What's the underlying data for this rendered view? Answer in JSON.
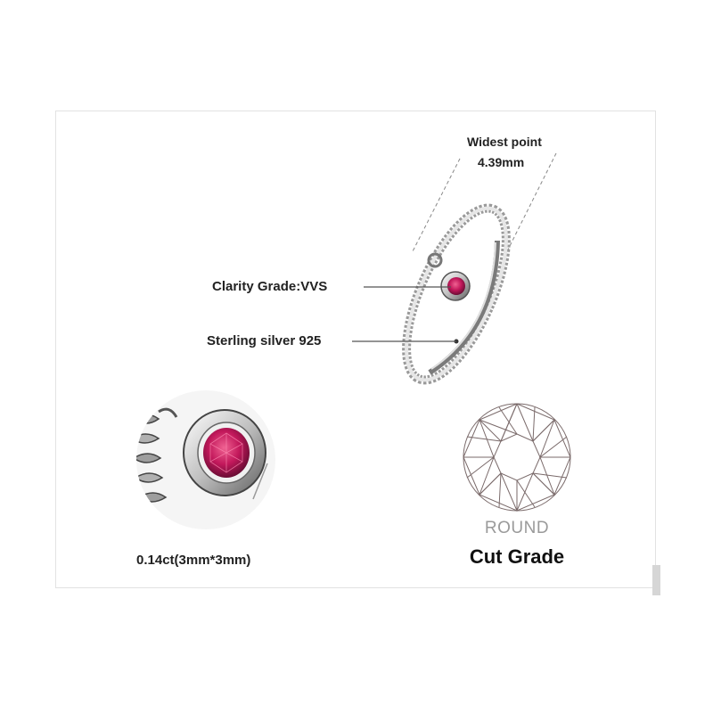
{
  "labels": {
    "widest_title": "Widest point",
    "widest_value": "4.39mm",
    "clarity": "Clarity Grade:VVS",
    "material": "Sterling silver 925",
    "carat": "0.14ct(3mm*3mm)",
    "shape": "ROUND",
    "cut": "Cut Grade"
  },
  "colors": {
    "gem": "#c2185b",
    "silver": "#bdbdbd",
    "text": "#222222",
    "muted": "#9a9a9a"
  },
  "icons": {
    "ring": "ring-illustration",
    "closeup": "gem-closeup",
    "diagram": "round-cut-diagram"
  }
}
